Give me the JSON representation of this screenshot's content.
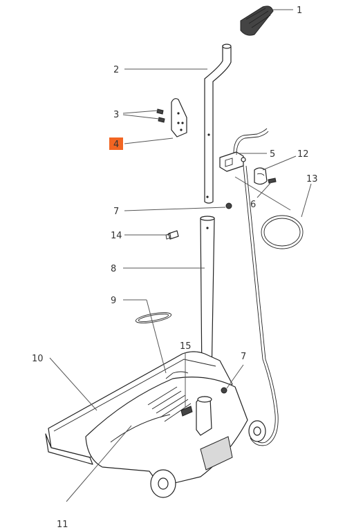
{
  "callouts": [
    {
      "id": "1",
      "label": "1"
    },
    {
      "id": "2",
      "label": "2"
    },
    {
      "id": "3",
      "label": "3"
    },
    {
      "id": "4",
      "label": "4",
      "highlighted": true
    },
    {
      "id": "5",
      "label": "5"
    },
    {
      "id": "12",
      "label": "12"
    },
    {
      "id": "13",
      "label": "13"
    },
    {
      "id": "6",
      "label": "6"
    },
    {
      "id": "7a",
      "label": "7"
    },
    {
      "id": "14",
      "label": "14"
    },
    {
      "id": "8",
      "label": "8"
    },
    {
      "id": "9",
      "label": "9"
    },
    {
      "id": "10",
      "label": "10"
    },
    {
      "id": "15",
      "label": "15"
    },
    {
      "id": "7b",
      "label": "7"
    },
    {
      "id": "11",
      "label": "11"
    }
  ],
  "colors": {
    "highlight": "#f26522",
    "line": "#222222",
    "label": "#333333"
  }
}
